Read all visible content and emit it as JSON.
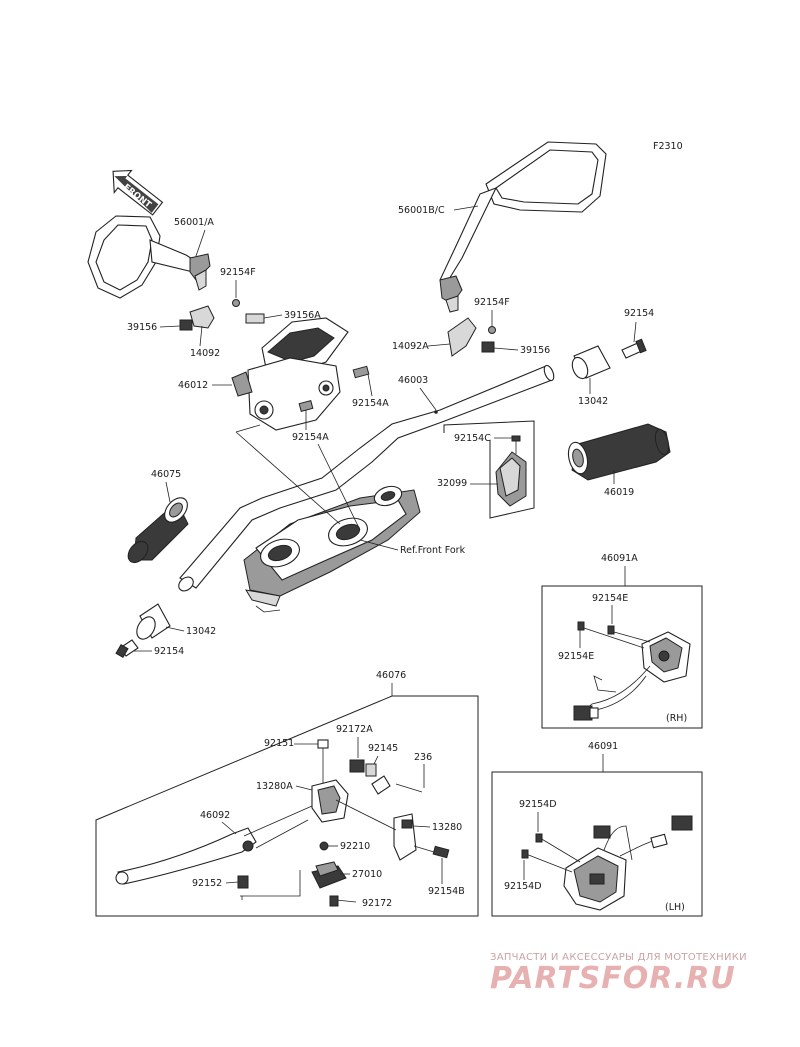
{
  "figure_code": "F2310",
  "front_arrow_text": "FRONT",
  "ref_text": "Ref.Front Fork",
  "labels": {
    "p56001A": "56001/A",
    "p56001BC": "56001B/C",
    "p92154F_left": "92154F",
    "p92154F_right": "92154F",
    "p39156A": "39156A",
    "p39156_left": "39156",
    "p39156_right": "39156",
    "p14092": "14092",
    "p14092A": "14092A",
    "p46012": "46012",
    "p46003": "46003",
    "p92154A_1": "92154A",
    "p92154A_2": "92154A",
    "p92154_top": "92154",
    "p13042_top": "13042",
    "p92154C": "92154C",
    "p32099": "32099",
    "p46019": "46019",
    "p46075": "46075",
    "p13042_bottom": "13042",
    "p92154_bottom": "92154",
    "p46091A": "46091A",
    "p92154E_1": "92154E",
    "p92154E_2": "92154E",
    "rh": "(RH)",
    "p46076": "46076",
    "p92172A": "92172A",
    "p92151": "92151",
    "p92145": "92145",
    "p236": "236",
    "p13280A": "13280A",
    "p13280": "13280",
    "p46092": "46092",
    "p92210": "92210",
    "p27010": "27010",
    "p92152": "92152",
    "p92154B": "92154B",
    "p92172": "92172",
    "p46091": "46091",
    "p92154D_1": "92154D",
    "p92154D_2": "92154D",
    "lh": "(LH)"
  },
  "watermark": {
    "top": "ЗАПЧАСТИ И АКСЕССУАРЫ ДЛЯ МОТОТЕХНИКИ",
    "brand": "PARTSFOR.RU"
  }
}
